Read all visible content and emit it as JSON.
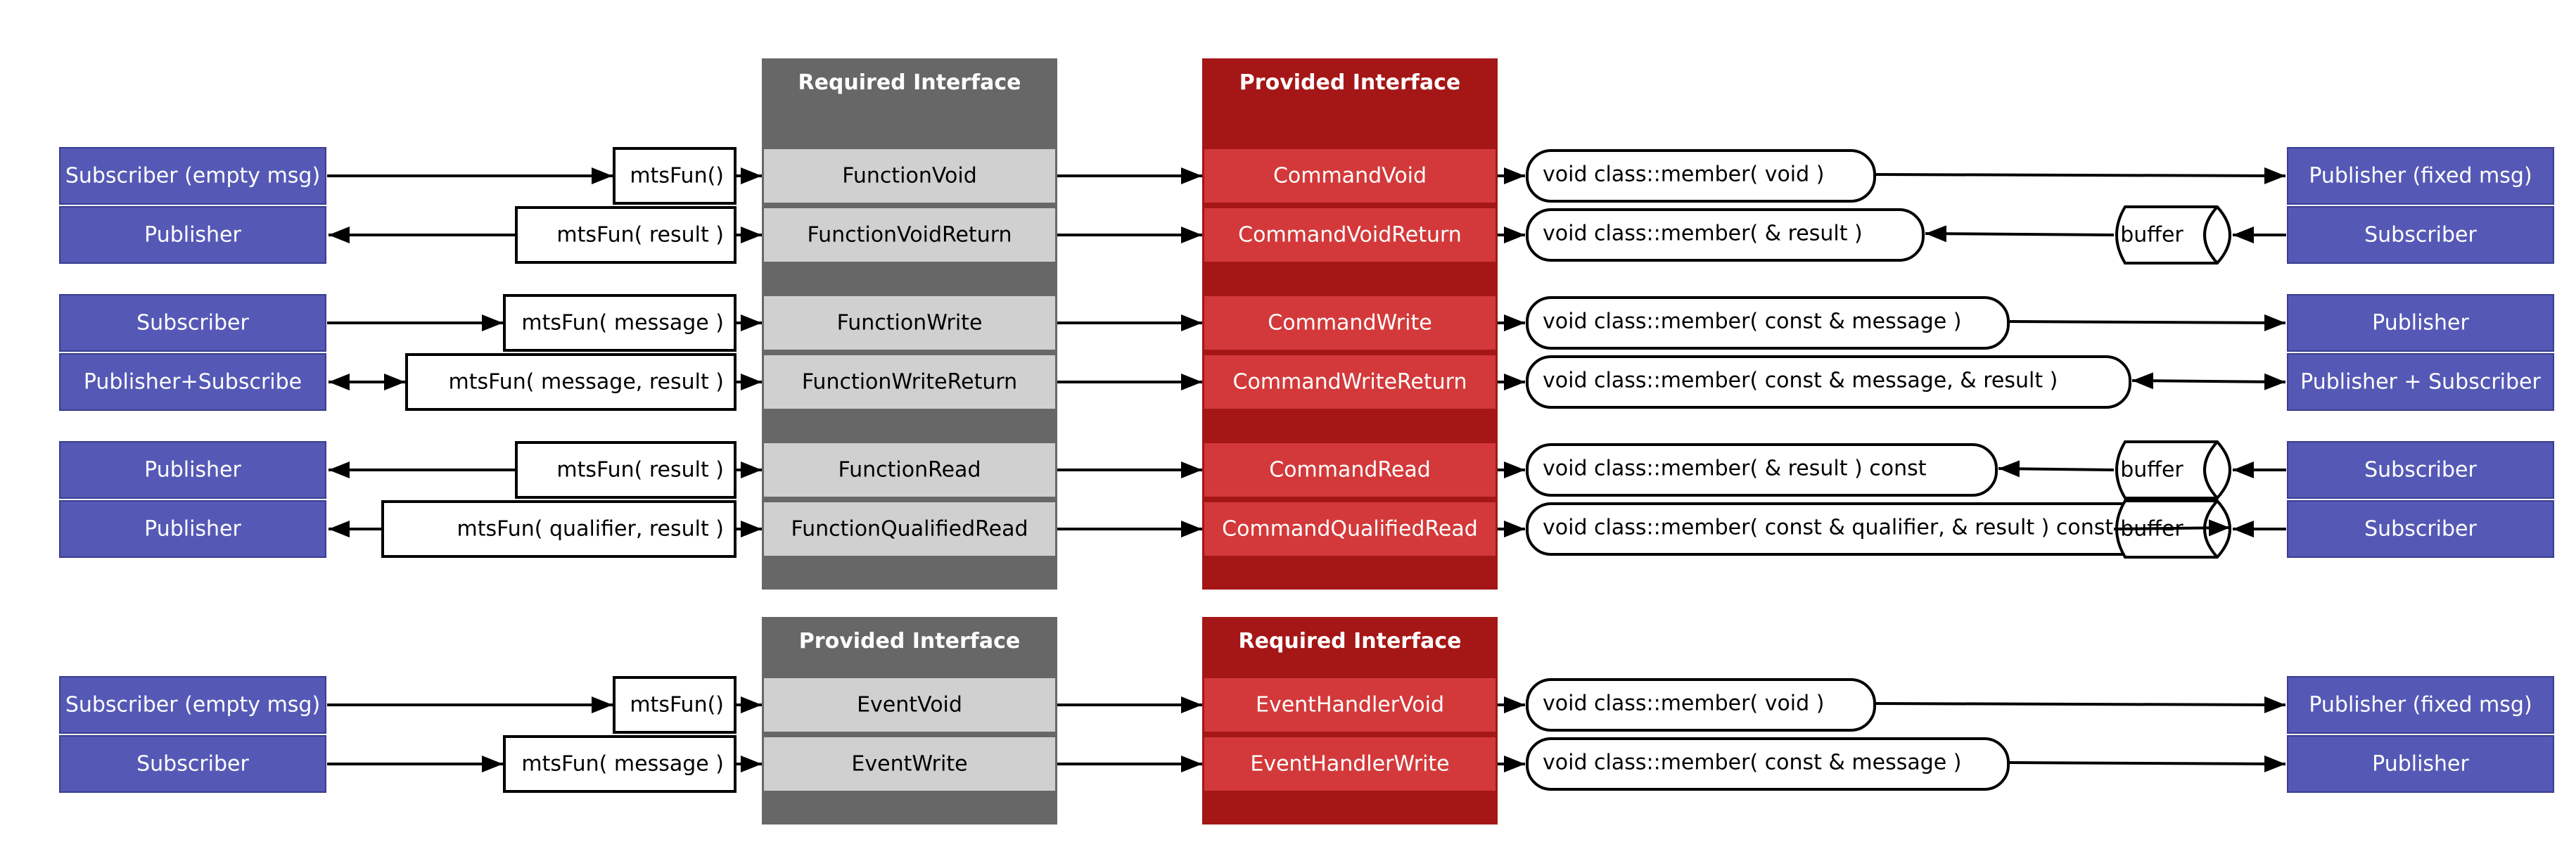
{
  "colors": {
    "endpoint_fill": "#5559b5",
    "endpoint_border": "#3a3d8f",
    "panel_grey": "#676767",
    "cell_grey": "#d0d0d0",
    "panel_red": "#a51616",
    "cell_red": "#d3393a",
    "line": "#000000"
  },
  "top": {
    "left_panel_title": "Required Interface",
    "right_panel_title": "Provided Interface",
    "rows": [
      {
        "left_endpoint": "Subscriber (empty msg)",
        "direction": "right",
        "wrapper": "mtsFun()",
        "function": "FunctionVoid",
        "command": "CommandVoid",
        "member": "void class::member( void )",
        "member_direction": "to-right",
        "buffer": "",
        "right_endpoint": "Publisher (fixed msg)"
      },
      {
        "left_endpoint": "Publisher",
        "direction": "left",
        "wrapper": "mtsFun( result )",
        "function": "FunctionVoidReturn",
        "command": "CommandVoidReturn",
        "member": "void class::member( & result )",
        "member_direction": "from-right",
        "buffer": "buffer",
        "right_endpoint": "Subscriber"
      },
      {
        "left_endpoint": "Subscriber",
        "direction": "right",
        "wrapper": "mtsFun( message )",
        "function": "FunctionWrite",
        "command": "CommandWrite",
        "member": "void class::member( const & message )",
        "member_direction": "to-right",
        "buffer": "",
        "right_endpoint": "Publisher"
      },
      {
        "left_endpoint": "Publisher+Subscribe",
        "direction": "both",
        "wrapper": "mtsFun( message, result )",
        "function": "FunctionWriteReturn",
        "command": "CommandWriteReturn",
        "member": "void class::member( const & message, & result )",
        "member_direction": "both",
        "buffer": "",
        "right_endpoint": "Publisher + Subscriber"
      },
      {
        "left_endpoint": "Publisher",
        "direction": "left",
        "wrapper": "mtsFun( result )",
        "function": "FunctionRead",
        "command": "CommandRead",
        "member": "void class::member( & result ) const",
        "member_direction": "from-right",
        "buffer": "buffer",
        "right_endpoint": "Subscriber"
      },
      {
        "left_endpoint": "Publisher",
        "direction": "left",
        "wrapper": "mtsFun( qualifier, result )",
        "function": "FunctionQualifiedRead",
        "command": "CommandQualifiedRead",
        "member": "void class::member( const & qualifier, & result ) const",
        "member_direction": "from-right",
        "buffer": "buffer",
        "right_endpoint": "Subscriber"
      }
    ]
  },
  "bottom": {
    "left_panel_title": "Provided Interface",
    "right_panel_title": "Required Interface",
    "rows": [
      {
        "left_endpoint": "Subscriber (empty msg)",
        "direction": "right",
        "wrapper": "mtsFun()",
        "function": "EventVoid",
        "command": "EventHandlerVoid",
        "member": "void class::member( void )",
        "member_direction": "to-right",
        "buffer": "",
        "right_endpoint": "Publisher (fixed msg)"
      },
      {
        "left_endpoint": "Subscriber",
        "direction": "right",
        "wrapper": "mtsFun( message )",
        "function": "EventWrite",
        "command": "EventHandlerWrite",
        "member": "void class::member( const & message )",
        "member_direction": "to-right",
        "buffer": "",
        "right_endpoint": "Publisher"
      }
    ]
  }
}
